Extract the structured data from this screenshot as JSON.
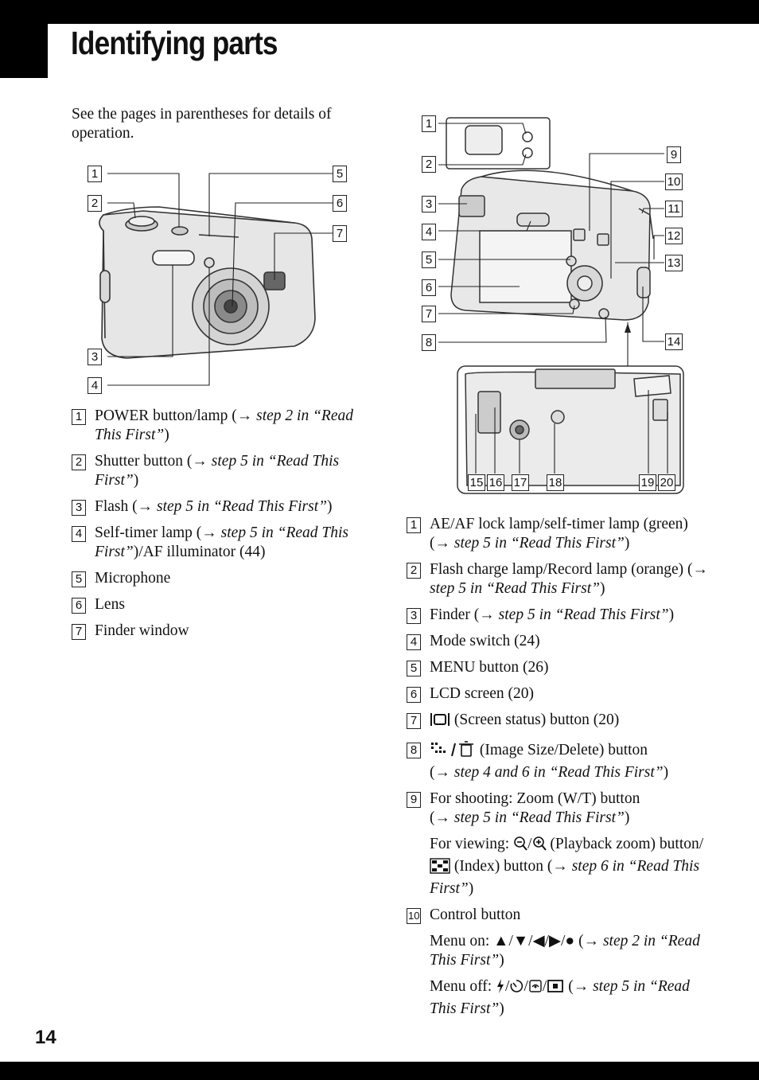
{
  "page": {
    "title": "Identifying parts",
    "number": "14",
    "intro": "See the pages in parentheses for details of operation."
  },
  "arrow": "→",
  "front_diagram": {
    "labels": [
      "1",
      "2",
      "3",
      "4",
      "5",
      "6",
      "7"
    ]
  },
  "back_diagram": {
    "labels": [
      "1",
      "2",
      "3",
      "4",
      "5",
      "6",
      "7",
      "8",
      "9",
      "10",
      "11",
      "12",
      "13",
      "14",
      "15",
      "16",
      "17",
      "18",
      "19",
      "20"
    ]
  },
  "front_parts": [
    {
      "num": "1",
      "text": "POWER button/lamp (",
      "ref": "step 2 in “Read This First”",
      "tail": ")"
    },
    {
      "num": "2",
      "text": "Shutter button (",
      "ref": "step 5 in “Read This First”",
      "tail": ")"
    },
    {
      "num": "3",
      "text": "Flash (",
      "ref": "step 5 in “Read This First”",
      "tail": ")"
    },
    {
      "num": "4",
      "text": "Self-timer lamp (",
      "ref": "step 5 in “Read This First”",
      "tail": ")/AF illuminator (44)"
    },
    {
      "num": "5",
      "text": "Microphone"
    },
    {
      "num": "6",
      "text": "Lens"
    },
    {
      "num": "7",
      "text": "Finder window"
    }
  ],
  "back_parts": [
    {
      "num": "1",
      "text": "AE/AF lock lamp/self-timer lamp (green) (",
      "ref": "step 5 in “Read This First”",
      "tail": ")"
    },
    {
      "num": "2",
      "text": "Flash charge lamp/Record lamp (orange) (",
      "ref": "step 5 in “Read This First”",
      "tail": ")"
    },
    {
      "num": "3",
      "text": "Finder (",
      "ref": "step 5 in “Read This First”",
      "tail": ")"
    },
    {
      "num": "4",
      "text": "Mode switch (24)"
    },
    {
      "num": "5",
      "text": "MENU button (26)"
    },
    {
      "num": "6",
      "text": "LCD screen (20)"
    },
    {
      "num": "7",
      "text": "(Screen status) button (20)",
      "icon": "screen-status-icon"
    },
    {
      "num": "8",
      "text": "(Image Size/Delete) button",
      "icon": "image-size-delete-icon",
      "text2": "(",
      "ref": "step 4 and 6 in “Read This First”",
      "tail": ")"
    },
    {
      "num": "9",
      "text": "For shooting: Zoom (W/T) button",
      "text2": "(",
      "ref": "step 5 in “Read This First”",
      "tail": ")",
      "sub": {
        "a": "For viewing: ",
        "b": " (Playback zoom) button/",
        "c": " (Index) button (",
        "ref": "step 6 in “Read This First”",
        "tail": ")",
        "icons": [
          "zoom-out-icon",
          "zoom-in-icon",
          "index-icon"
        ]
      }
    },
    {
      "num": "10",
      "text": "Control button",
      "sub1": {
        "a": "Menu on: ▲/▼/◀/▶/● (",
        "ref": "step 2 in “Read This First”",
        "tail": ")"
      },
      "sub2": {
        "a": "Menu off: ",
        "b": " (",
        "ref": "step 5 in “Read This First”",
        "tail": ")",
        "icons": [
          "flash-icon",
          "self-timer-icon",
          "review-icon",
          "macro-icon"
        ]
      }
    }
  ]
}
